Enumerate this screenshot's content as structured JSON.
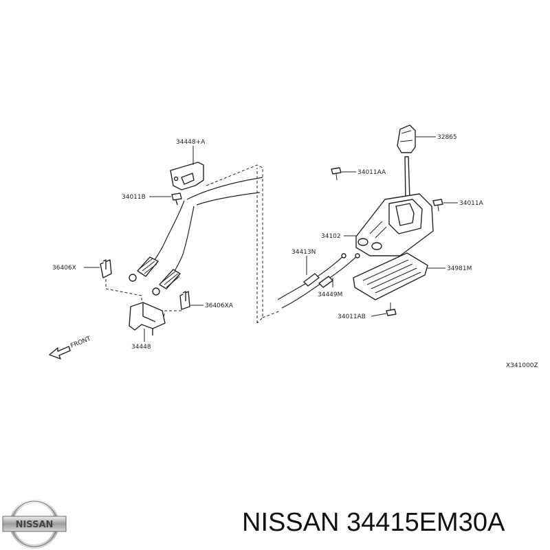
{
  "diagram": {
    "labels": {
      "p34448A": "34448+A",
      "p34011B": "34011B",
      "p36406X": "36406X",
      "p36406XA": "36406XA",
      "p34448": "34448",
      "front": "FRONT",
      "p32865": "32865",
      "p34011AA": "34011AA",
      "p34011A": "34011A",
      "p34102": "34102",
      "p34413N": "34413N",
      "p34981M": "34981M",
      "p34449M": "34449M",
      "p34011AB": "34011AB",
      "ref_code": "X341000Z"
    }
  },
  "brand": {
    "logo_text": "NISSAN"
  },
  "caption": {
    "text": "NISSAN 34415EM30A"
  }
}
